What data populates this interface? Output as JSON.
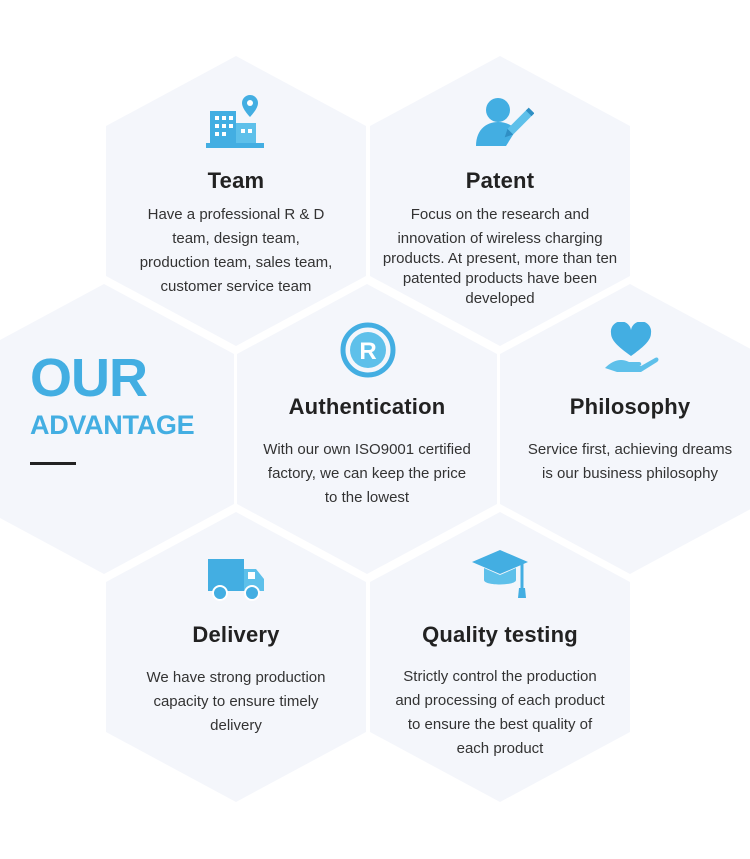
{
  "colors": {
    "accent": "#43aee2",
    "hex_fill": "#f4f6fb",
    "text": "#333333",
    "heading": "#222222"
  },
  "brand": {
    "line1": "OUR",
    "line2": "ADVANTAGE"
  },
  "cards": [
    {
      "icon": "office-building-location-icon",
      "title": "Team",
      "lines": [
        "Have a professional R & D",
        "team, design team,",
        "production team, sales team,",
        "customer service team"
      ]
    },
    {
      "icon": "person-pencil-icon",
      "title": "Patent",
      "lines": [
        "Focus on the research and",
        "innovation of wireless charging",
        "products. At present, more than ten",
        "patented products have been",
        "developed"
      ]
    },
    {
      "icon": "registered-trademark-icon",
      "title": "Authentication",
      "lines": [
        "With our own ISO9001 certified",
        "factory, we can keep the price",
        "to the lowest"
      ]
    },
    {
      "icon": "heart-in-hand-icon",
      "title": "Philosophy",
      "lines": [
        "Service first, achieving dreams",
        "is our business philosophy"
      ]
    },
    {
      "icon": "delivery-truck-icon",
      "title": "Delivery",
      "lines": [
        "We have strong production",
        "capacity to ensure timely",
        "delivery"
      ]
    },
    {
      "icon": "graduation-cap-icon",
      "title": "Quality testing",
      "lines": [
        "Strictly control the production",
        "and processing of each product",
        "to ensure the best quality of",
        "each product"
      ]
    }
  ]
}
